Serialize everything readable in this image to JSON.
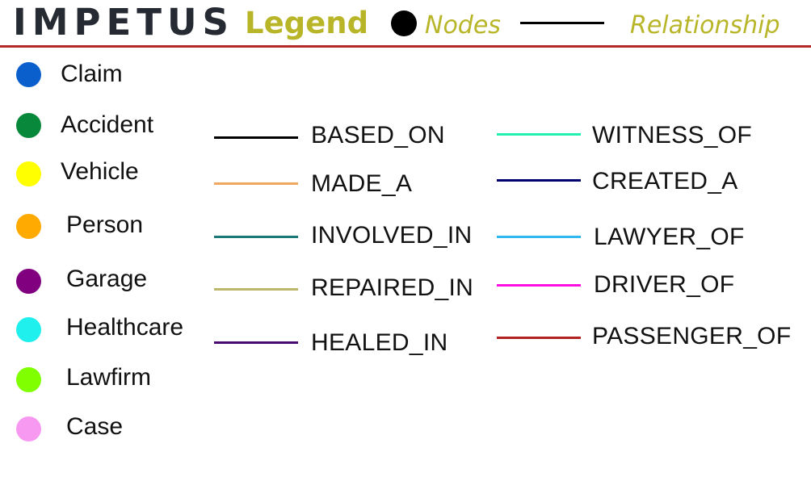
{
  "header": {
    "brand": "IMPETUS",
    "legend_title": "Legend",
    "nodes_label": "Nodes",
    "relationship_label": "Relationship"
  },
  "nodes": [
    {
      "label": "Claim",
      "color": "#0a5fcc"
    },
    {
      "label": "Accident",
      "color": "#08883a"
    },
    {
      "label": "Vehicle",
      "color": "#ffff00"
    },
    {
      "label": "Person",
      "color": "#ffaa00"
    },
    {
      "label": "Garage",
      "color": "#800080"
    },
    {
      "label": "Healthcare",
      "color": "#1ff0ee"
    },
    {
      "label": "Lawfirm",
      "color": "#7fff00"
    },
    {
      "label": "Case",
      "color": "#f799f0"
    }
  ],
  "relationships_left": [
    {
      "label": "BASED_ON",
      "color": "#000000"
    },
    {
      "label": "MADE_A",
      "color": "#f0a860"
    },
    {
      "label": "INVOLVED_IN",
      "color": "#1a7a7a"
    },
    {
      "label": "REPAIRED_IN",
      "color": "#bdb76b"
    },
    {
      "label": "HEALED_IN",
      "color": "#4b0a70"
    }
  ],
  "relationships_right": [
    {
      "label": "WITNESS_OF",
      "color": "#20f0b0"
    },
    {
      "label": "CREATED_A",
      "color": "#000070"
    },
    {
      "label": "LAWYER_OF",
      "color": "#30b8f0"
    },
    {
      "label": "DRIVER_OF",
      "color": "#ff10e0"
    },
    {
      "label": "PASSENGER_OF",
      "color": "#b22222"
    }
  ]
}
